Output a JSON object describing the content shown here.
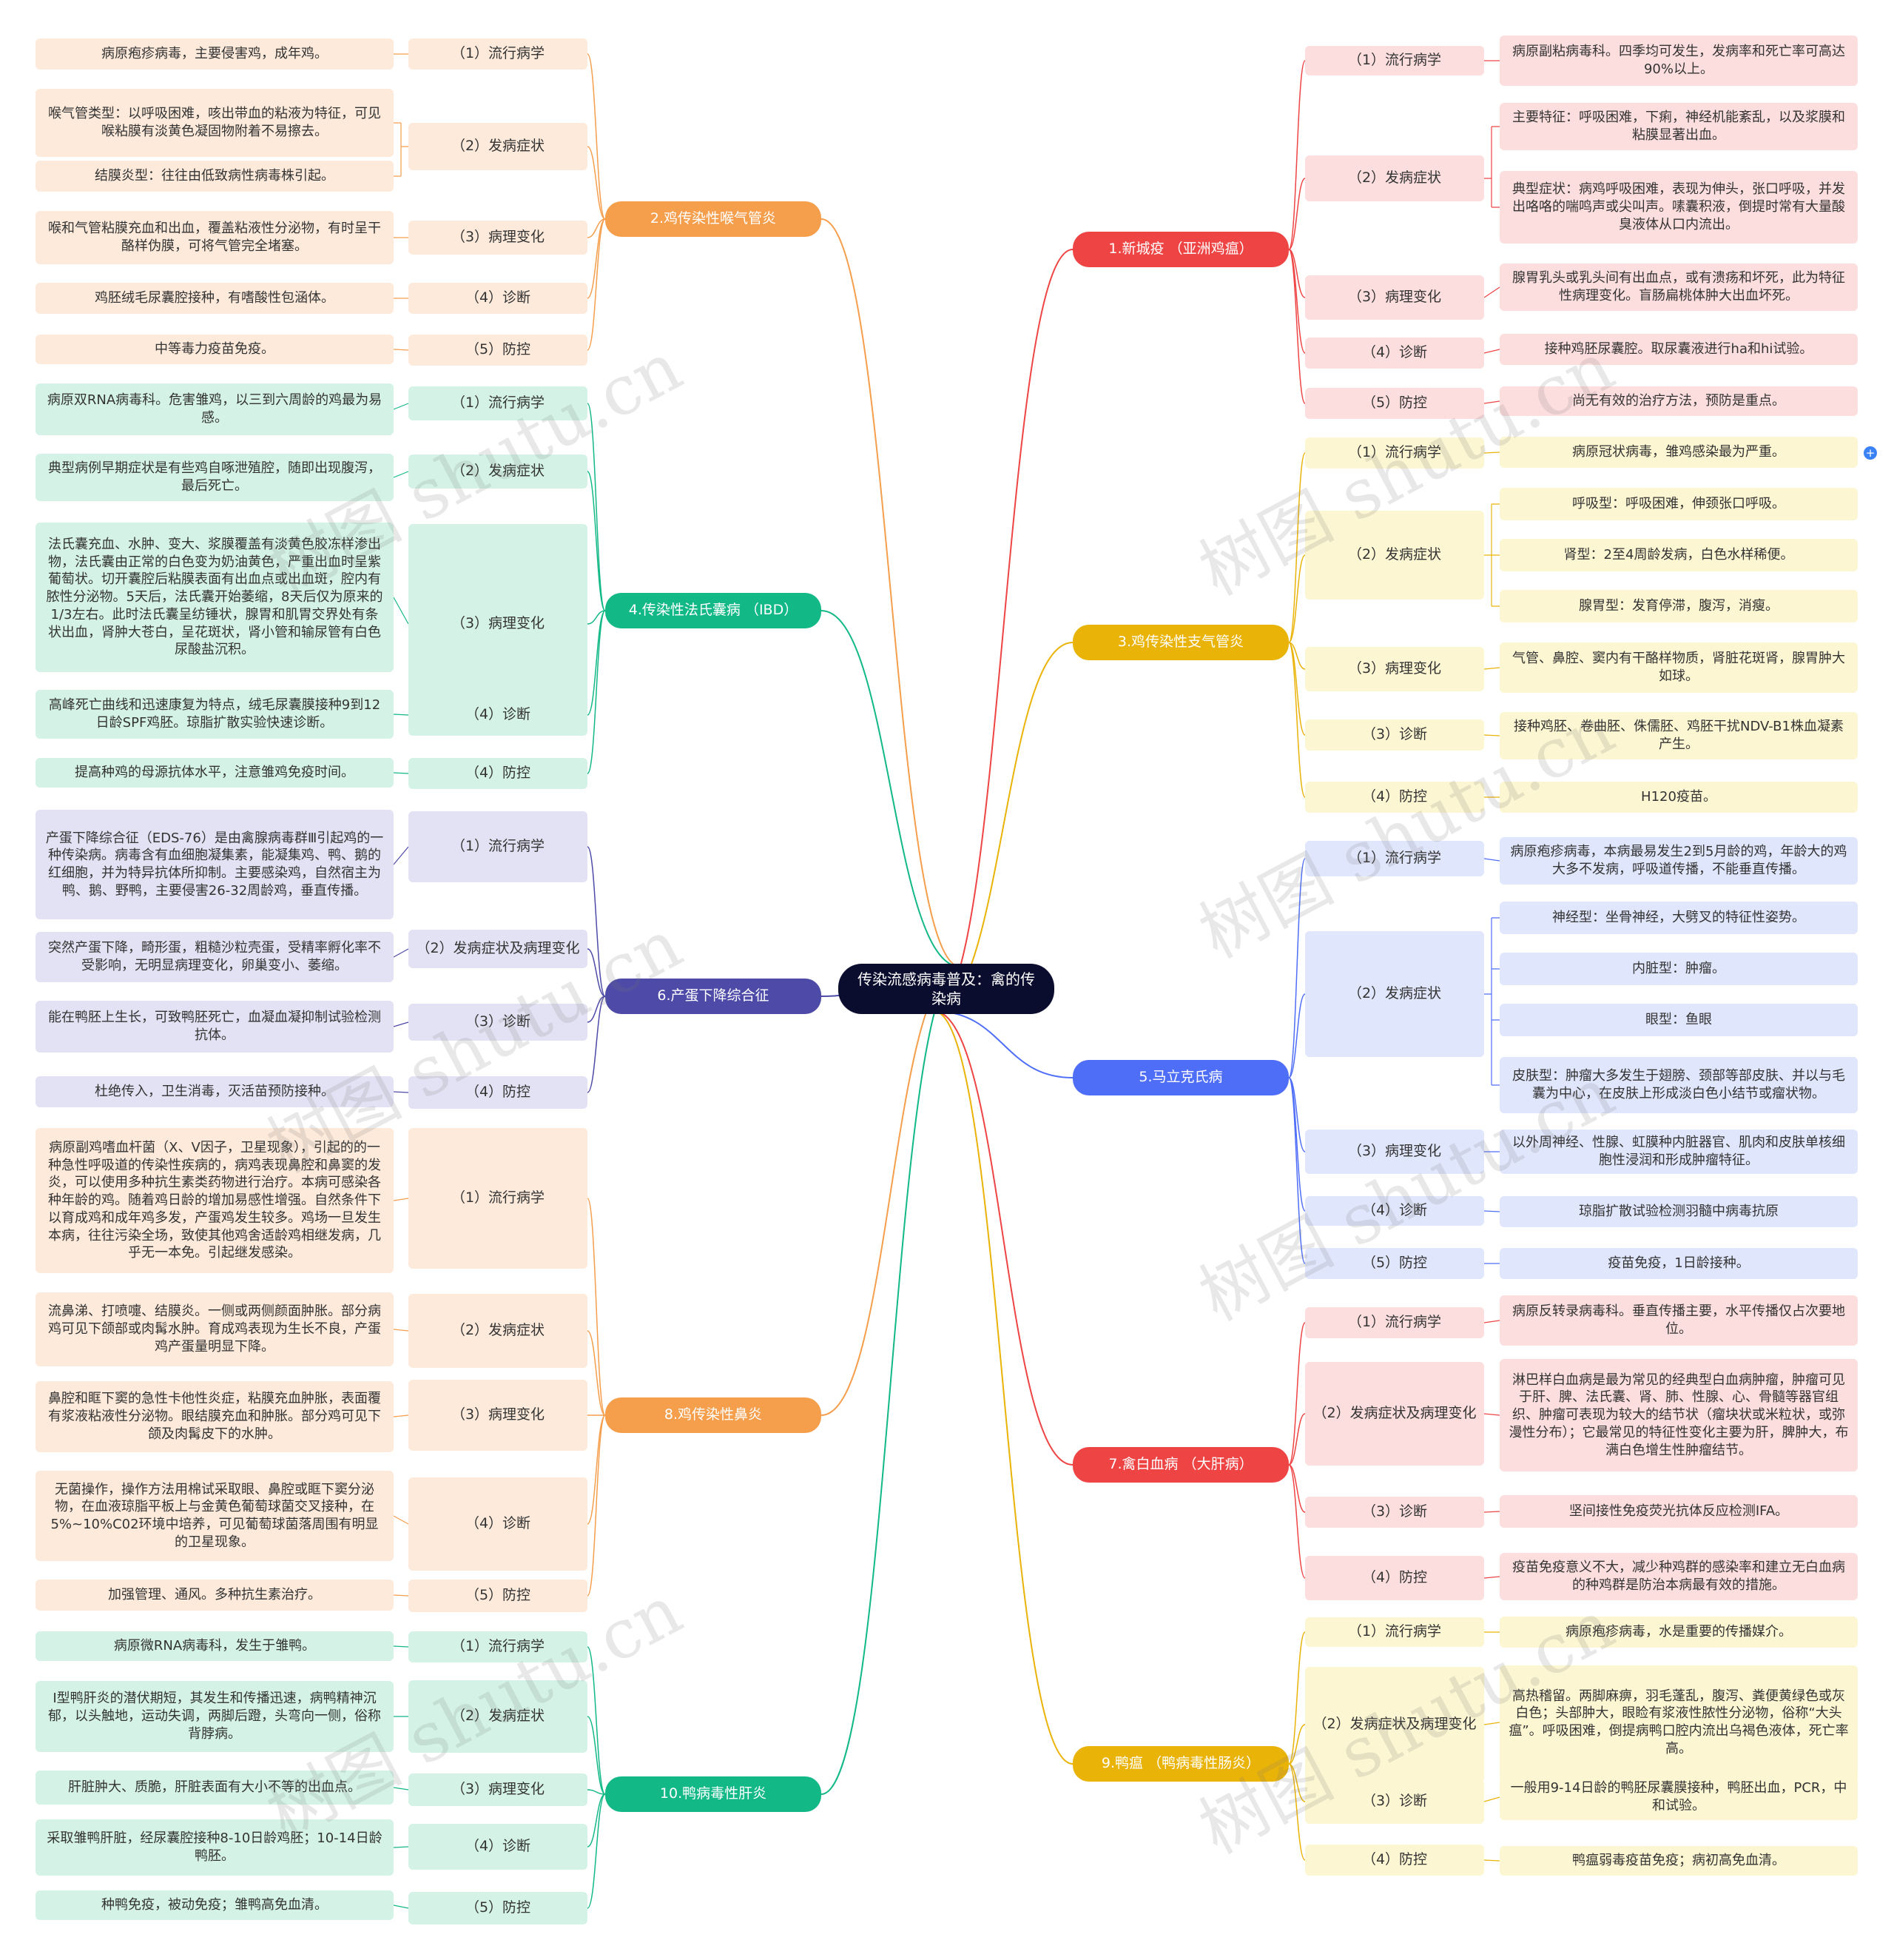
{
  "root": {
    "label": "传染流感病毒普及：禽的传染病"
  },
  "branches": [
    {
      "label": "1.新城疫 （亚洲鸡瘟）",
      "side": "right",
      "color": "#ef4444",
      "light": "#fddede",
      "subs": [
        {
          "label": "（1）流行病学",
          "leaves": [
            "病原副粘病毒科。四季均可发生，发病率和死亡率可高达90%以上。"
          ]
        },
        {
          "label": "（2）发病症状",
          "leaves": [
            "主要特征：呼吸困难，下痢，神经机能紊乱，以及浆膜和粘膜显著出血。",
            "典型症状：病鸡呼吸困难，表现为伸头，张口呼吸，并发出咯咯的喘鸣声或尖叫声。嗉囊积液，倒提时常有大量酸臭液体从口内流出。"
          ]
        },
        {
          "label": "（3）病理变化",
          "leaves": [
            "腺胃乳头或乳头间有出血点，或有溃疡和坏死，此为特征性病理变化。盲肠扁桃体肿大出血坏死。"
          ]
        },
        {
          "label": "（4）诊断",
          "leaves": [
            "接种鸡胚尿囊腔。取尿囊液进行ha和hi试验。"
          ]
        },
        {
          "label": "（5）防控",
          "leaves": [
            "尚无有效的治疗方法，预防是重点。"
          ]
        }
      ]
    },
    {
      "label": "3.鸡传染性支气管炎",
      "side": "right",
      "color": "#eab308",
      "light": "#fcf6d2",
      "subs": [
        {
          "label": "（1）流行病学",
          "leaves": [
            "病原冠状病毒，雏鸡感染最为严重。"
          ]
        },
        {
          "label": "（2）发病症状",
          "leaves": [
            "呼吸型：呼吸困难，伸颈张口呼吸。",
            "肾型：2至4周龄发病，白色水样稀便。",
            "腺胃型：发育停滞，腹泻，消瘦。"
          ]
        },
        {
          "label": "（3）病理变化",
          "leaves": [
            "气管、鼻腔、窦内有干酪样物质，肾脏花斑肾，腺胃肿大如球。"
          ]
        },
        {
          "label": "（3）诊断",
          "leaves": [
            "接种鸡胚、卷曲胚、侏儒胚、鸡胚干扰NDV-B1株血凝素产生。"
          ]
        },
        {
          "label": "（4）防控",
          "leaves": [
            "H120疫苗。"
          ]
        }
      ]
    },
    {
      "label": "5.马立克氏病",
      "side": "right",
      "color": "#4f6ef7",
      "light": "#e0e6fc",
      "subs": [
        {
          "label": "（1）流行病学",
          "leaves": [
            "病原疱疹病毒，本病最易发生2到5月龄的鸡，年龄大的鸡大多不发病，呼吸道传播，不能垂直传播。"
          ]
        },
        {
          "label": "（2）发病症状",
          "leaves": [
            "神经型：坐骨神经，大劈叉的特征性姿势。",
            "内脏型：肿瘤。",
            "眼型：鱼眼",
            "皮肤型：肿瘤大多发生于翅膀、颈部等部皮肤、并以与毛囊为中心，在皮肤上形成淡白色小结节或瘤状物。"
          ]
        },
        {
          "label": "（3）病理变化",
          "leaves": [
            "以外周神经、性腺、虹膜种内脏器官、肌肉和皮肤单核细胞性浸润和形成肿瘤特征。"
          ]
        },
        {
          "label": "（4）诊断",
          "leaves": [
            "琼脂扩散试验检测羽髓中病毒抗原"
          ]
        },
        {
          "label": "（5）防控",
          "leaves": [
            "疫苗免疫，1日龄接种。"
          ]
        }
      ]
    },
    {
      "label": "7.禽白血病 （大肝病）",
      "side": "right",
      "color": "#ef4444",
      "light": "#fddede",
      "subs": [
        {
          "label": "（1）流行病学",
          "leaves": [
            "病原反转录病毒科。垂直传播主要，水平传播仅占次要地位。"
          ]
        },
        {
          "label": "（2）发病症状及病理变化",
          "leaves": [
            "淋巴样白血病是最为常见的经典型白血病肿瘤，肿瘤可见于肝、脾、法氏囊、肾、肺、性腺、心、骨髓等器官组织、肿瘤可表现为较大的结节状（瘤块状或米粒状，或弥漫性分布）；它最常见的特征性变化主要为肝，脾肿大，布满白色增生性肿瘤结节。"
          ]
        },
        {
          "label": "（3）诊断",
          "leaves": [
            "坚间接性免疫荧光抗体反应检测IFA。"
          ]
        },
        {
          "label": "（4）防控",
          "leaves": [
            "疫苗免疫意义不大，减少种鸡群的感染率和建立无白血病的种鸡群是防治本病最有效的措施。"
          ]
        }
      ]
    },
    {
      "label": "9.鸭瘟 （鸭病毒性肠炎）",
      "side": "right",
      "color": "#eab308",
      "light": "#fcf6d2",
      "subs": [
        {
          "label": "（1）流行病学",
          "leaves": [
            "病原疱疹病毒，水是重要的传播媒介。"
          ]
        },
        {
          "label": "（2）发病症状及病理变化",
          "leaves": [
            "高热稽留。两脚麻痹，羽毛蓬乱，腹泻、粪便黄绿色或灰白色；头部肿大，眼睑有浆液性脓性分泌物，俗称“大头瘟”。呼吸困难，倒提病鸭口腔内流出乌褐色液体，死亡率高。"
          ]
        },
        {
          "label": "（3）诊断",
          "leaves": [
            "一般用9-14日龄的鸭胚尿囊膜接种，鸭胚出血，PCR，中和试验。"
          ]
        },
        {
          "label": "（4）防控",
          "leaves": [
            "鸭瘟弱毒疫苗免疫；病初高免血清。"
          ]
        }
      ]
    },
    {
      "label": "2.鸡传染性喉气管炎",
      "side": "left",
      "color": "#f59e4c",
      "light": "#fdeadb",
      "subs": [
        {
          "label": "（1）流行病学",
          "leaves": [
            "病原疱疹病毒，主要侵害鸡，成年鸡。"
          ]
        },
        {
          "label": "（2）发病症状",
          "leaves": [
            "喉气管类型：以呼吸困难，咳出带血的粘液为特征，可见喉粘膜有淡黄色凝固物附着不易擦去。",
            "结膜炎型：往往由低致病性病毒株引起。"
          ]
        },
        {
          "label": "（3）病理变化",
          "leaves": [
            "喉和气管粘膜充血和出血，覆盖粘液性分泌物，有时呈干酪样伪膜，可将气管完全堵塞。"
          ]
        },
        {
          "label": "（4）诊断",
          "leaves": [
            "鸡胚绒毛尿囊腔接种，有嗜酸性包涵体。"
          ]
        },
        {
          "label": "（5）防控",
          "leaves": [
            "中等毒力疫苗免疫。"
          ]
        }
      ]
    },
    {
      "label": "4.传染性法氏囊病 （IBD）",
      "side": "left",
      "color": "#12b886",
      "light": "#d4f3e6",
      "subs": [
        {
          "label": "（1）流行病学",
          "leaves": [
            "病原双RNA病毒科。危害雏鸡，以三到六周龄的鸡最为易感。"
          ]
        },
        {
          "label": "（2）发病症状",
          "leaves": [
            "典型病例早期症状是有些鸡自啄泄殖腔，随即出现腹泻，最后死亡。"
          ]
        },
        {
          "label": "（3）病理变化",
          "leaves": [
            "法氏囊充血、水肿、变大、浆膜覆盖有淡黄色胶冻样渗出物，法氏囊由正常的白色变为奶油黄色，严重出血时呈紫葡萄状。切开囊腔后粘膜表面有出血点或出血斑，腔内有脓性分泌物。5天后，法氏囊开始萎缩，8天后仅为原来的1/3左右。此时法氏囊呈纺锤状，腺胃和肌胃交界处有条状出血，肾肿大苍白，呈花斑状，肾小管和输尿管有白色尿酸盐沉积。"
          ]
        },
        {
          "label": "（4）诊断",
          "leaves": [
            "高峰死亡曲线和迅速康复为特点，绒毛尿囊膜接种9到12日龄SPF鸡胚。琼脂扩散实验快速诊断。"
          ]
        },
        {
          "label": "（4）防控",
          "leaves": [
            "提高种鸡的母源抗体水平，注意雏鸡免疫时间。"
          ]
        }
      ]
    },
    {
      "label": "6.产蛋下降综合征",
      "side": "left",
      "color": "#4d4aa8",
      "light": "#e3e2f4",
      "subs": [
        {
          "label": "（1）流行病学",
          "leaves": [
            "产蛋下降综合征（EDS-76）是由禽腺病毒群Ⅲ引起鸡的一种传染病。病毒含有血细胞凝集素，能凝集鸡、鸭、鹅的红细胞，并为特异抗体所抑制。主要感染鸡，自然宿主为鸭、鹅、野鸭，主要侵害26-32周龄鸡，垂直传播。"
          ]
        },
        {
          "label": "（2）发病症状及病理变化",
          "leaves": [
            "突然产蛋下降，畸形蛋，粗糙沙粒壳蛋，受精率孵化率不受影响，无明显病理变化，卵巢变小、萎缩。"
          ]
        },
        {
          "label": "（3）诊断",
          "leaves": [
            "能在鸭胚上生长，可致鸭胚死亡，血凝血凝抑制试验检测抗体。"
          ]
        },
        {
          "label": "（4）防控",
          "leaves": [
            "杜绝传入，卫生消毒，灭活苗预防接种。"
          ]
        }
      ]
    },
    {
      "label": "8.鸡传染性鼻炎",
      "side": "left",
      "color": "#f59e4c",
      "light": "#fdeadb",
      "subs": [
        {
          "label": "（1）流行病学",
          "leaves": [
            "病原副鸡嗜血杆菌（X、V因子，卫星现象），引起的的一种急性呼吸道的传染性疾病的，病鸡表现鼻腔和鼻窦的发炎，可以使用多种抗生素类药物进行治疗。本病可感染各种年龄的鸡。随着鸡日龄的增加易感性增强。自然条件下以育成鸡和成年鸡多发，产蛋鸡发生较多。鸡场一旦发生本病，往往污染全场，致使其他鸡舍适龄鸡相继发病，几乎无一本免。引起继发感染。"
          ]
        },
        {
          "label": "（2）发病症状",
          "leaves": [
            "流鼻涕、打喷嚏、结膜炎。一侧或两侧颜面肿胀。部分病鸡可见下颌部或肉髯水肿。育成鸡表现为生长不良，产蛋鸡产蛋量明显下降。"
          ]
        },
        {
          "label": "（3）病理变化",
          "leaves": [
            "鼻腔和眶下窦的急性卡他性炎症，粘膜充血肿胀，表面覆有浆液粘液性分泌物。眼结膜充血和肿胀。部分鸡可见下颌及肉髯皮下的水肿。"
          ]
        },
        {
          "label": "（4）诊断",
          "leaves": [
            "无菌操作，操作方法用棉试采取眼、鼻腔或眶下窦分泌物，在血液琼脂平板上与金黄色葡萄球菌交叉接种，在5%~10%C02环境中培养，可见葡萄球菌落周围有明显的卫星现象。"
          ]
        },
        {
          "label": "（5）防控",
          "leaves": [
            "加强管理、通风。多种抗生素治疗。"
          ]
        }
      ]
    },
    {
      "label": "10.鸭病毒性肝炎",
      "side": "left",
      "color": "#12b886",
      "light": "#d4f3e6",
      "subs": [
        {
          "label": "（1）流行病学",
          "leaves": [
            "病原微RNA病毒科，发生于雏鸭。"
          ]
        },
        {
          "label": "（2）发病症状",
          "leaves": [
            "Ⅰ型鸭肝炎的潜伏期短，其发生和传播迅速，病鸭精神沉郁，以头触地，运动失调，两脚后蹬，头弯向一侧，俗称背脖病。"
          ]
        },
        {
          "label": "（3）病理变化",
          "leaves": [
            "肝脏肿大、质脆，肝脏表面有大小不等的出血点。"
          ]
        },
        {
          "label": "（4）诊断",
          "leaves": [
            "采取雏鸭肝脏，经尿囊腔接种8-10日龄鸡胚；10-14日龄鸭胚。"
          ]
        },
        {
          "label": "（5）防控",
          "leaves": [
            "种鸭免疫，被动免疫；雏鸭高免血清。"
          ]
        }
      ]
    }
  ],
  "watermarks": [
    "树图 shutu.cn",
    "树图 shutu.cn",
    "树图 shutu.cn",
    "树图 shutu.cn",
    "树图 shutu.cn",
    "树图 shutu.cn",
    "树图 shutu.cn"
  ],
  "expand_icon": {
    "symbol": "+",
    "color": "#3b82f6"
  }
}
